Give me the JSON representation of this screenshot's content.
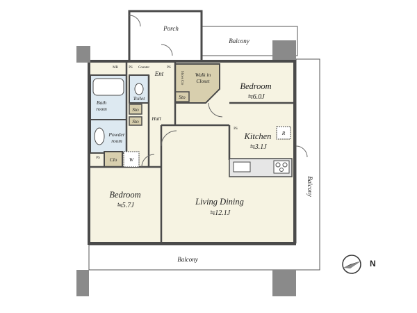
{
  "rooms": {
    "porch": "Porch",
    "balcony_top": "Balcony",
    "balcony_bottom": "Balcony",
    "balcony_right": "Balcony",
    "bedroom1": {
      "name": "Bedroom",
      "area": "≒6.0J"
    },
    "bedroom2": {
      "name": "Bedroom",
      "area": "≒5.7J"
    },
    "living": {
      "name": "Living Dining",
      "area": "≒12.1J"
    },
    "kitchen": {
      "name": "Kitchen",
      "area": "≒3.1J"
    },
    "walk_in_closet": [
      "Walk in",
      "Closet"
    ],
    "entrance": "Ent",
    "shoes_closet": "Shoes Clo",
    "sto1": "Sto",
    "sto2": "Sto",
    "sto3": "Sto",
    "toilet": "Toilet",
    "bathroom": [
      "Bath",
      "room"
    ],
    "powder_room": [
      "Powder",
      "room"
    ],
    "hall": "Hall",
    "closet": "Clo",
    "washer": "W",
    "refrigerator": "R",
    "ps1": "PS",
    "ps2": "PS",
    "ps3": "PS",
    "ps_kitchen": "PS",
    "mb": "MB",
    "counter": "Counter"
  },
  "compass": {
    "label": "N"
  },
  "colors": {
    "wall": "#4a4a4a",
    "column": "#8a8a8a",
    "room_fill": "#f6f3e2",
    "wet_fill": "#dde9f1",
    "closet_fill": "#d8cfae",
    "balcony_fill": "#ffffff"
  }
}
